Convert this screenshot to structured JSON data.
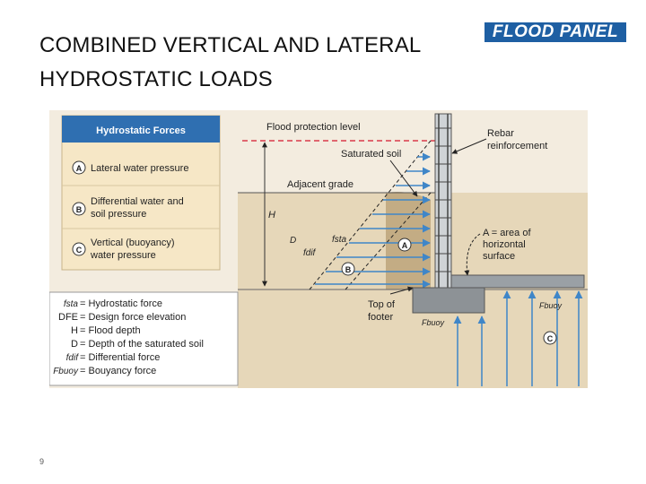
{
  "slide": {
    "title_line1": "COMBINED VERTICAL AND LATERAL",
    "title_line2": "HYDROSTATIC LOADS",
    "logo_text": "FLOOD PANEL",
    "page_number": "9"
  },
  "panel": {
    "heading": "Hydrostatic Forces",
    "items": [
      {
        "badge": "A",
        "line1": "Lateral water pressure",
        "line2": ""
      },
      {
        "badge": "B",
        "line1": "Differential water and",
        "line2": "soil pressure"
      },
      {
        "badge": "C",
        "line1": "Vertical (buoyancy)",
        "line2": "water pressure"
      }
    ]
  },
  "legend": {
    "rows": [
      {
        "symbol": "fsta",
        "definition": "= Hydrostatic force"
      },
      {
        "symbol": "DFE",
        "definition": "= Design force elevation"
      },
      {
        "symbol": "H",
        "definition": "= Flood depth"
      },
      {
        "symbol": "D",
        "definition": "= Depth of the saturated soil"
      },
      {
        "symbol": "fdif",
        "definition": "= Differential force"
      },
      {
        "symbol": "Fbuoy",
        "definition": "= Bouyancy force"
      }
    ]
  },
  "diagram": {
    "labels": {
      "flood_protection_level": "Flood protection level",
      "saturated_soil": "Saturated soil",
      "adjacent_grade": "Adjacent grade",
      "rebar_line1": "Rebar",
      "rebar_line2": "reinforcement",
      "area_line1": "A = area of",
      "area_line2": "horizontal",
      "area_line3": "surface",
      "footer_line1": "Top of",
      "footer_line2": "footer",
      "H": "H",
      "D": "D",
      "fsta": "fsta",
      "fdif": "fdif",
      "Fbuoy_left": "Fbuoy",
      "Fbuoy_right": "Fbuoy",
      "badge_A": "A",
      "badge_B": "B",
      "badge_C": "C"
    },
    "colors": {
      "water_arrow": "#3f86c8",
      "soil": "#e9dcc2",
      "panel_blue": "#2f6fb1",
      "dashed_red": "#d9394a"
    }
  }
}
